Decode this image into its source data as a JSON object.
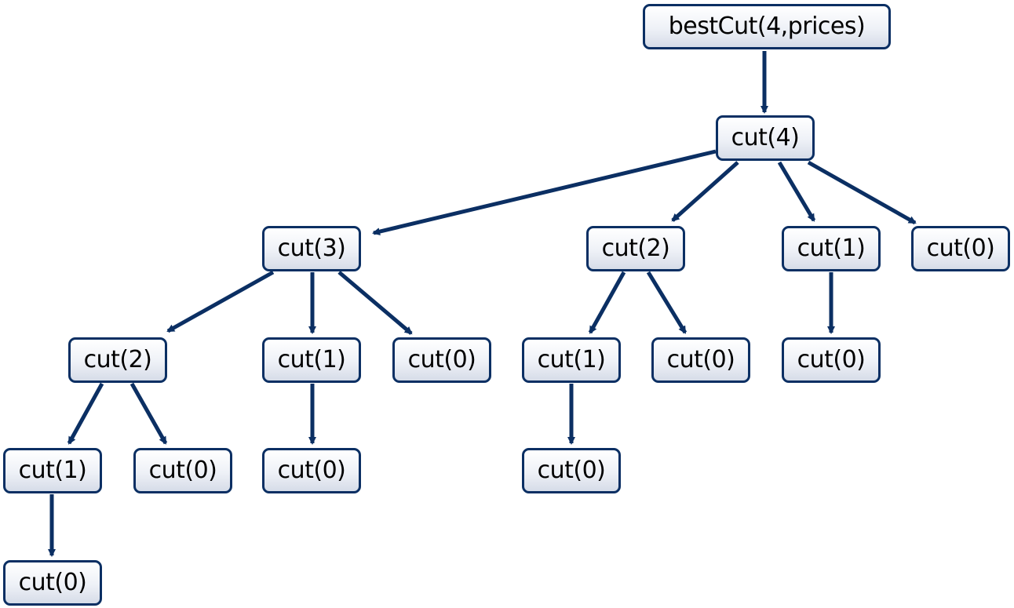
{
  "diagram": {
    "root": "bestCut(4,prices)",
    "nodes": [
      {
        "id": "root",
        "label": "bestCut(4,prices)"
      },
      {
        "id": "n4",
        "label": "cut(4)"
      },
      {
        "id": "n4a",
        "label": "cut(3)"
      },
      {
        "id": "n4b",
        "label": "cut(2)"
      },
      {
        "id": "n4c",
        "label": "cut(1)"
      },
      {
        "id": "n4d",
        "label": "cut(0)"
      },
      {
        "id": "n3a",
        "label": "cut(2)"
      },
      {
        "id": "n3b",
        "label": "cut(1)"
      },
      {
        "id": "n3c",
        "label": "cut(0)"
      },
      {
        "id": "n2a",
        "label": "cut(1)"
      },
      {
        "id": "n2b",
        "label": "cut(0)"
      },
      {
        "id": "n1a",
        "label": "cut(0)"
      },
      {
        "id": "n32a",
        "label": "cut(1)"
      },
      {
        "id": "n32b",
        "label": "cut(0)"
      },
      {
        "id": "n31a",
        "label": "cut(0)"
      },
      {
        "id": "n21a",
        "label": "cut(0)"
      },
      {
        "id": "n321a",
        "label": "cut(0)"
      }
    ],
    "edges": [
      [
        "root",
        "n4"
      ],
      [
        "n4",
        "n4a"
      ],
      [
        "n4",
        "n4b"
      ],
      [
        "n4",
        "n4c"
      ],
      [
        "n4",
        "n4d"
      ],
      [
        "n4a",
        "n3a"
      ],
      [
        "n4a",
        "n3b"
      ],
      [
        "n4a",
        "n3c"
      ],
      [
        "n4b",
        "n2a"
      ],
      [
        "n4b",
        "n2b"
      ],
      [
        "n4c",
        "n1a"
      ],
      [
        "n3a",
        "n32a"
      ],
      [
        "n3a",
        "n32b"
      ],
      [
        "n3b",
        "n31a"
      ],
      [
        "n2a",
        "n21a"
      ],
      [
        "n32a",
        "n321a"
      ]
    ],
    "colors": {
      "stroke": "#0b2f63",
      "fill_top": "#ffffff",
      "fill_bottom": "#d6dce8"
    }
  }
}
